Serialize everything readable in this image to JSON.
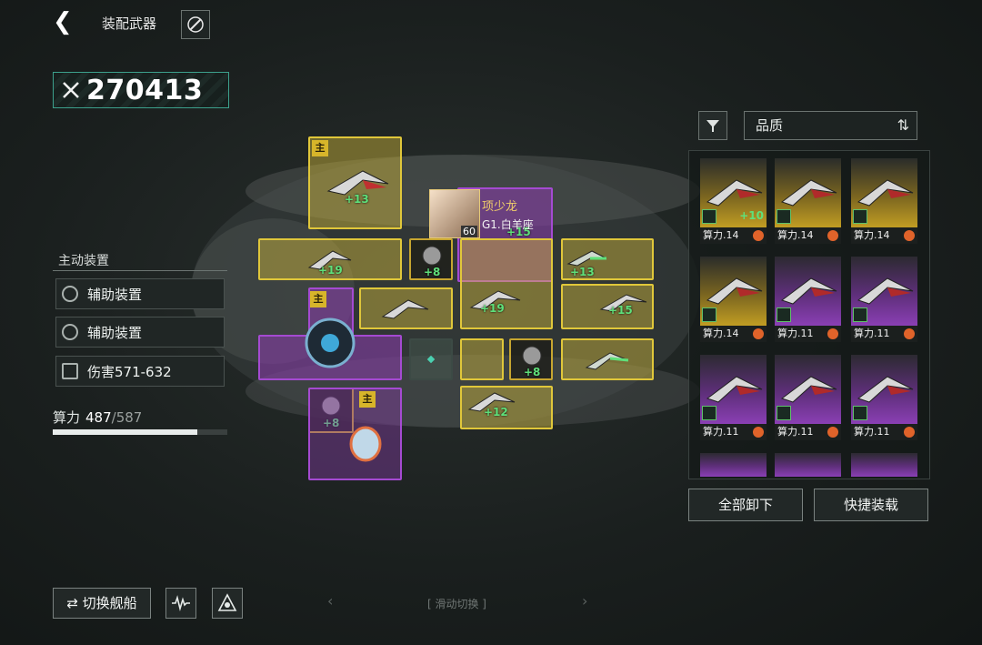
{
  "header": {
    "title": "装配武器",
    "back_icon": "chevron-left-icon",
    "feather_icon": "quill-icon"
  },
  "power": {
    "value": "270413",
    "icon": "crossed-swords-icon"
  },
  "left_panel": {
    "section_title": "主动装置",
    "buttons": [
      {
        "label": "辅助装置",
        "icon": "shield-gear-icon"
      },
      {
        "label": "辅助装置",
        "icon": "cog-icon"
      },
      {
        "label": "伤害571-632",
        "icon": "return-arrow-icon"
      }
    ],
    "compute": {
      "label": "算力",
      "current": "487",
      "max": "/587",
      "fraction": 0.83
    }
  },
  "grid": {
    "main_tag": "主",
    "pilot": {
      "name": "项少龙",
      "sub": "G1.白羊座",
      "level": "60"
    },
    "levels": [
      "+13",
      "+15",
      "+19",
      "+8",
      "+13",
      "+19",
      "+15",
      "+8",
      "+12",
      "+8"
    ]
  },
  "right_panel": {
    "sort_label": "品质",
    "cards": [
      {
        "label": "算力.14",
        "plus": "+10"
      },
      {
        "label": "算力.14",
        "plus": ""
      },
      {
        "label": "算力.14",
        "plus": ""
      },
      {
        "label": "算力.14",
        "plus": ""
      },
      {
        "label": "算力.11",
        "plus": ""
      },
      {
        "label": "算力.11",
        "plus": ""
      },
      {
        "label": "算力.11",
        "plus": ""
      },
      {
        "label": "算力.11",
        "plus": ""
      },
      {
        "label": "算力.11",
        "plus": ""
      }
    ],
    "unequip_all": "全部卸下",
    "quick_equip": "快捷装载"
  },
  "footer": {
    "switch_ship": "切换舰船",
    "swipe_hint": "[ 滑动切换 ]",
    "prev": "‹",
    "next": "›"
  },
  "colors": {
    "gold": "#e0c73a",
    "purple": "#a54ad2",
    "green": "#5fe07a",
    "accent": "#3ca08c"
  }
}
